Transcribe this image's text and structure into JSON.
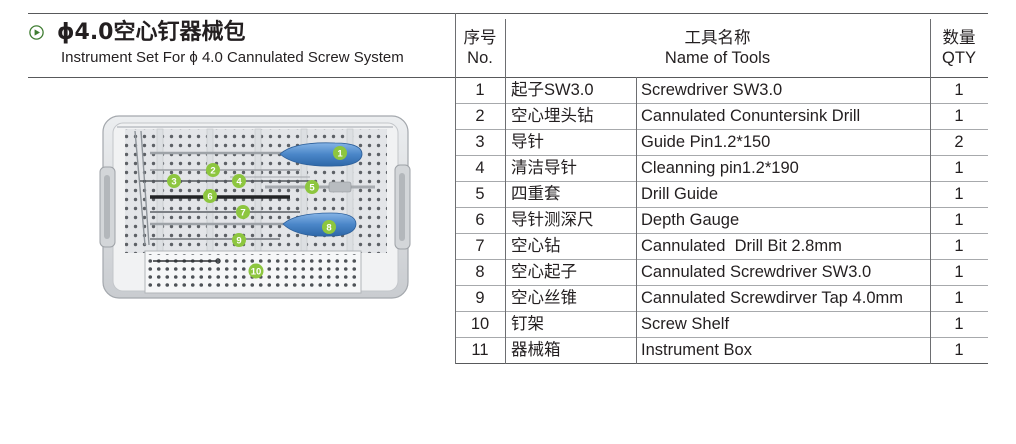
{
  "header": {
    "icon": "play-circle-icon",
    "title": "ϕ4.0空心钉器械包",
    "subtitle": "Instrument Set For ϕ 4.0 Cannulated Screw System"
  },
  "table": {
    "columns": {
      "no_cn": "序号",
      "no_en": "No.",
      "name_cn": "工具名称",
      "name_en": "Name of Tools",
      "qty_cn": "数量",
      "qty_en": "QTY"
    },
    "rows": [
      {
        "no": "1",
        "name_cn": "起子SW3.0",
        "name_en": "Screwdriver SW3.0",
        "qty": "1"
      },
      {
        "no": "2",
        "name_cn": "空心埋头钻",
        "name_en": "Cannulated Conuntersink Drill",
        "qty": "1"
      },
      {
        "no": "3",
        "name_cn": "导针",
        "name_en": "Guide Pin1.2*150",
        "qty": "2"
      },
      {
        "no": "4",
        "name_cn": "清洁导针",
        "name_en": "Cleanning pin1.2*190",
        "qty": "1"
      },
      {
        "no": "5",
        "name_cn": "四重套",
        "name_en": "Drill Guide",
        "qty": "1"
      },
      {
        "no": "6",
        "name_cn": "导针测深尺",
        "name_en": "Depth Gauge",
        "qty": "1"
      },
      {
        "no": "7",
        "name_cn": "空心钻",
        "name_en": "Cannulated  Drill Bit 2.8mm",
        "qty": "1"
      },
      {
        "no": "8",
        "name_cn": "空心起子",
        "name_en": "Cannulated Screwdriver SW3.0",
        "qty": "1"
      },
      {
        "no": "9",
        "name_cn": "空心丝锥",
        "name_en": "Cannulated Screwdirver Tap 4.0mm",
        "qty": "1"
      },
      {
        "no": "10",
        "name_cn": "钉架",
        "name_en": "Screw Shelf",
        "qty": "1"
      },
      {
        "no": "11",
        "name_cn": "器械箱",
        "name_en": "Instrument Box",
        "qty": "1"
      }
    ]
  },
  "photo": {
    "callouts": [
      "1",
      "2",
      "3",
      "4",
      "5",
      "6",
      "7",
      "8",
      "9",
      "10"
    ]
  },
  "colors": {
    "text": "#231f20",
    "rule": "#58595b",
    "icon_green": "#3f7d32",
    "callout_green": "#8dc63f",
    "handle_blue": "#4a86c8"
  }
}
